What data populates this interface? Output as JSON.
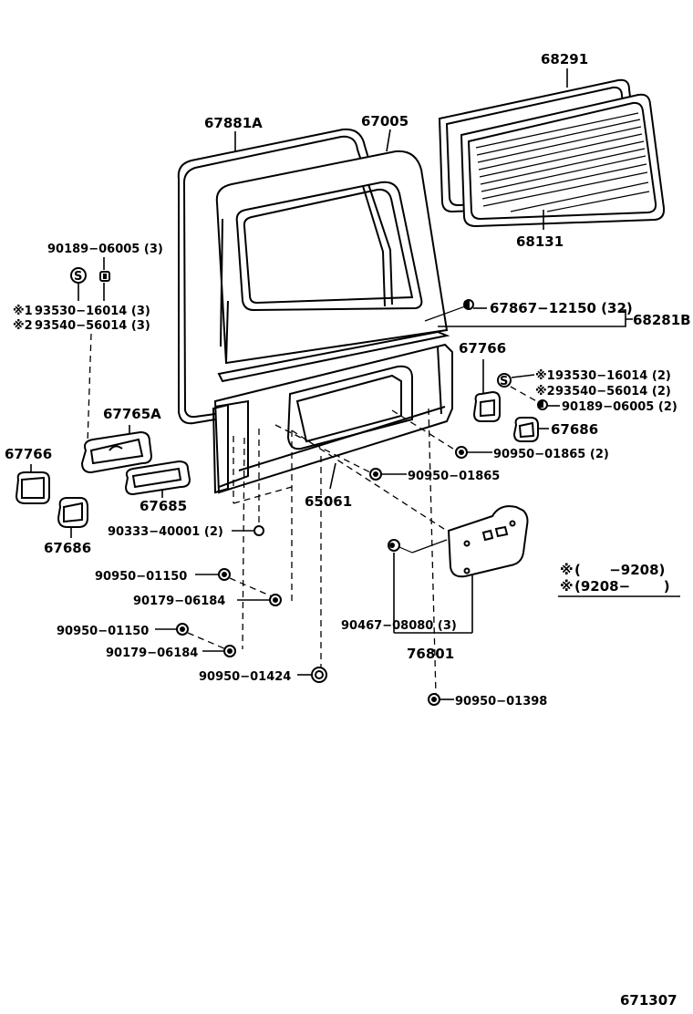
{
  "parts": {
    "p68291": "68291",
    "p67881A": "67881A",
    "p67005": "67005",
    "p68131": "68131",
    "p90189_3": "90189−06005 (3)",
    "p93530_3": "93530−16014 (3)",
    "p93540_3": "93540−56014 (3)",
    "p67867": "67867−12150 (32)",
    "p68281B": "68281B",
    "p67766_r": "67766",
    "p93530_2": "93530−16014 (2)",
    "p93540_2": "93540−56014 (2)",
    "p90189_2": "90189−06005 (2)",
    "p67686_r": "67686",
    "p67765A": "67765A",
    "p67766_l": "67766",
    "p90950_01865_2": "90950−01865 (2)",
    "p90950_01865": "90950−01865",
    "p67685": "67685",
    "p65061": "65061",
    "p67686_l": "67686",
    "p90333": "90333−40001 (2)",
    "p90950_01150_a": "90950−01150",
    "p90179_a": "90179−06184",
    "p90950_01150_b": "90950−01150",
    "p90179_b": "90179−06184",
    "p90950_01424": "90950−01424",
    "p90467": "90467−08080 (3)",
    "p76801": "76801",
    "p90950_01398": "90950−01398"
  },
  "markers": {
    "star1": "※1",
    "star2": "※2",
    "s_badge": "S"
  },
  "legend": {
    "row1_star": "※",
    "row1_text": "(      −9208)",
    "row2_star": "※",
    "row2_text": "(9208−       )"
  },
  "footer": {
    "diagram_number": "671307"
  }
}
